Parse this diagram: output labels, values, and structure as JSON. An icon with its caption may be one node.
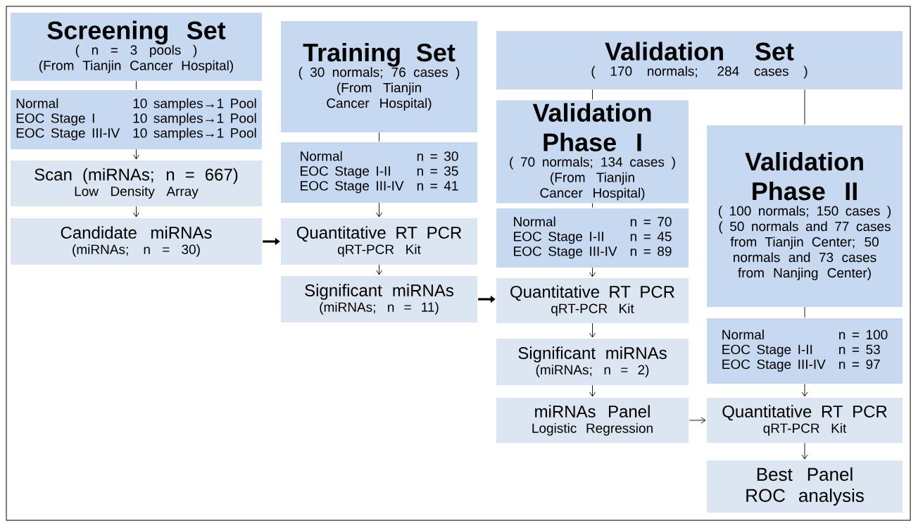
{
  "diagram": {
    "nodes": [
      {
        "text": [
          "Screening Set",
          "( n = 3 pools )",
          "(From Tianjin Cancer Hospital)"
        ]
      },
      {
        "text": [
          "Normal",
          "10 samples→1 Pool",
          "EOC Stage I",
          "10 samples→1 Pool",
          "EOC Stage III-IV",
          "10 samples→1 Pool"
        ]
      },
      {
        "text": [
          "Scan (miRNAs; n = 667)",
          "Low Density Array"
        ]
      },
      {
        "text": [
          "Candidate miRNAs",
          "(miRNAs; n = 30)"
        ]
      },
      {
        "text": [
          "Training Set",
          "( 30 normals; 76 cases )",
          "(From Tianjin Cancer Hospital)"
        ]
      },
      {
        "text": [
          "Normal",
          "n = 30",
          "EOC Stage I-II",
          "n = 35",
          "EOC Stage III-IV",
          "n = 41"
        ]
      },
      {
        "text": [
          "Quantitative RT PCR",
          "qRT-PCR Kit"
        ]
      },
      {
        "text": [
          "Significant miRNAs",
          "(miRNAs; n = 11)"
        ]
      },
      {
        "text": [
          "Validation Set",
          "( 170 normals; 284 cases )"
        ]
      },
      {
        "text": [
          "Validation Phase I",
          "( 70 normals; 134 cases )",
          "(From Tianjin Cancer Hospital)"
        ]
      },
      {
        "text": [
          "Normal",
          "n = 70",
          "EOC Stage I-II",
          "n = 45",
          "EOC Stage III-IV",
          "n = 89"
        ]
      },
      {
        "text": [
          "Quantitative RT PCR",
          "qRT-PCR Kit"
        ]
      },
      {
        "text": [
          "Significant miRNAs",
          "(miRNAs; n = 2)"
        ]
      },
      {
        "text": [
          "miRNAs Panel",
          "Logistic Regression"
        ]
      },
      {
        "text": [
          "Validation Phase II",
          "( 100 normals; 150 cases )",
          "( 50 normals and 77 cases from Tianjin Center; 50 normals and 73 cases from Nanjing Center)"
        ]
      },
      {
        "text": [
          "Normal",
          "n = 100",
          "EOC Stage I-II",
          "n = 53",
          "EOC Stage III-IV",
          "n = 97"
        ]
      },
      {
        "text": [
          "Quantitative RT PCR",
          "qRT-PCR Kit"
        ]
      },
      {
        "text": [
          "Best Panel",
          "ROC analysis"
        ]
      }
    ],
    "edges": [
      {
        "from": 0,
        "to": 1,
        "arrow": "none"
      },
      {
        "from": 1,
        "to": 2,
        "arrow": "to"
      },
      {
        "from": 2,
        "to": 3,
        "arrow": "to"
      },
      {
        "from": 3,
        "to": 6,
        "arrow": "to",
        "style": "thick"
      },
      {
        "from": 4,
        "to": 5,
        "arrow": "none"
      },
      {
        "from": 5,
        "to": 6,
        "arrow": "to"
      },
      {
        "from": 6,
        "to": 7,
        "arrow": "to"
      },
      {
        "from": 7,
        "to": 11,
        "arrow": "to",
        "style": "thick"
      },
      {
        "from": 8,
        "to": 9,
        "arrow": "none"
      },
      {
        "from": 8,
        "to": 14,
        "arrow": "none"
      },
      {
        "from": 9,
        "to": 10,
        "arrow": "none"
      },
      {
        "from": 10,
        "to": 11,
        "arrow": "to"
      },
      {
        "from": 11,
        "to": 12,
        "arrow": "to"
      },
      {
        "from": 12,
        "to": 13,
        "arrow": "to"
      },
      {
        "from": 13,
        "to": 16,
        "arrow": "to"
      },
      {
        "from": 14,
        "to": 15,
        "arrow": "none"
      },
      {
        "from": 15,
        "to": 16,
        "arrow": "to"
      },
      {
        "from": 16,
        "to": 17,
        "arrow": "to"
      }
    ]
  }
}
